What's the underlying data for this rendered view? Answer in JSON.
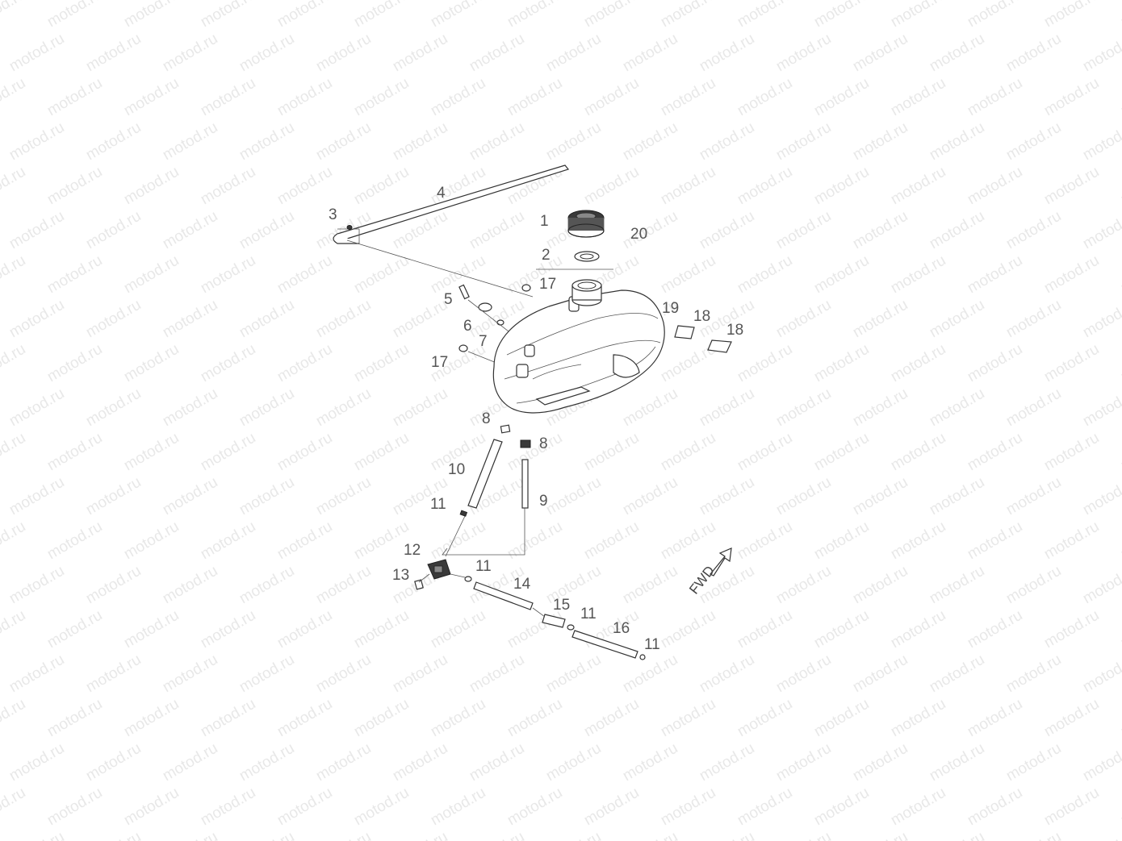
{
  "diagram": {
    "watermark_text": "motod.ru",
    "direction_label": "FWD",
    "callouts": [
      {
        "id": "c1",
        "label": "1"
      },
      {
        "id": "c2",
        "label": "2"
      },
      {
        "id": "c3",
        "label": "3"
      },
      {
        "id": "c4",
        "label": "4"
      },
      {
        "id": "c5",
        "label": "5"
      },
      {
        "id": "c6",
        "label": "6"
      },
      {
        "id": "c7",
        "label": "7"
      },
      {
        "id": "c8a",
        "label": "8"
      },
      {
        "id": "c8b",
        "label": "8"
      },
      {
        "id": "c9",
        "label": "9"
      },
      {
        "id": "c10",
        "label": "10"
      },
      {
        "id": "c11a",
        "label": "11"
      },
      {
        "id": "c11b",
        "label": "11"
      },
      {
        "id": "c11c",
        "label": "11"
      },
      {
        "id": "c11d",
        "label": "11"
      },
      {
        "id": "c12",
        "label": "12"
      },
      {
        "id": "c13",
        "label": "13"
      },
      {
        "id": "c14",
        "label": "14"
      },
      {
        "id": "c15",
        "label": "15"
      },
      {
        "id": "c16",
        "label": "16"
      },
      {
        "id": "c17a",
        "label": "17"
      },
      {
        "id": "c17b",
        "label": "17"
      },
      {
        "id": "c18a",
        "label": "18"
      },
      {
        "id": "c18b",
        "label": "18"
      },
      {
        "id": "c19",
        "label": "19"
      },
      {
        "id": "c20",
        "label": "20"
      }
    ]
  }
}
